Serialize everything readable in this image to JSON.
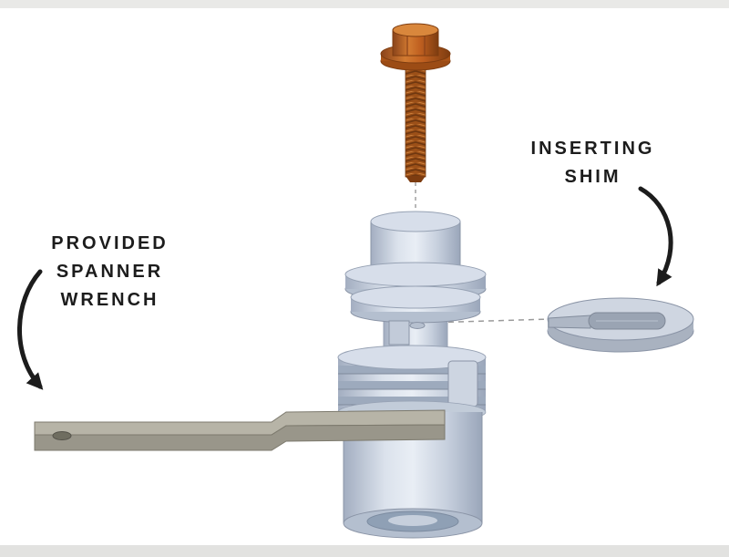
{
  "labels": {
    "inserting_shim": {
      "lines": [
        "INSERTING",
        "SHIM"
      ]
    },
    "provided_spanner_wrench": {
      "lines": [
        "PROVIDED",
        "SPANNER",
        "WRENCH"
      ]
    }
  },
  "colors": {
    "background": "#ffffff",
    "bolt_orange": "#bc5f1e",
    "bolt_dark": "#7d3c10",
    "bolt_highlight": "#d9873c",
    "body_light": "#d7deea",
    "body_mid": "#b4bfcf",
    "body_dark": "#97a2b4",
    "bore_dark": "#8fa0b5",
    "outline": "#8a94a6",
    "wrench_top": "#b7b4a7",
    "wrench_front": "#99968a",
    "wrench_outline": "#7c796d",
    "shim_top": "#cfd6e1",
    "shim_side": "#a9b2c0",
    "shim_hole": "#9aa4b3",
    "annotation": "#1c1c1c",
    "dashed_line": "#9a9a9a"
  },
  "parts": {
    "bolt": "flange-bolt",
    "assembly": "bushing-assembly",
    "shim": "shim-disc",
    "wrench": "provided-spanner-wrench"
  }
}
